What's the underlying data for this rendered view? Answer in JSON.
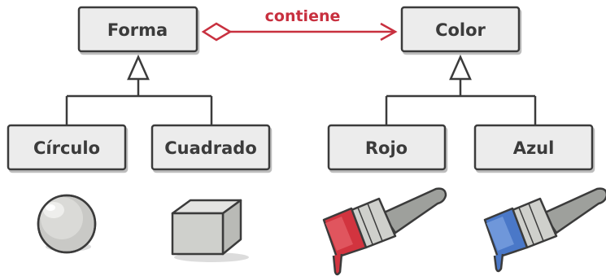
{
  "classes": {
    "forma": "Forma",
    "color": "Color",
    "circulo": "Círculo",
    "cuadrado": "Cuadrado",
    "rojo": "Rojo",
    "azul": "Azul"
  },
  "relation": {
    "label": "contiene",
    "color": "#c8303f"
  },
  "illustrations": {
    "sphere": "sphere-icon",
    "cube": "cube-icon",
    "red_brush": "red-paintbrush-icon",
    "blue_brush": "blue-paintbrush-icon"
  },
  "colors": {
    "box_fill": "#ececec",
    "box_stroke": "#3b3b3b",
    "red_paint": "#d2343f",
    "blue_paint": "#4a78c8"
  }
}
